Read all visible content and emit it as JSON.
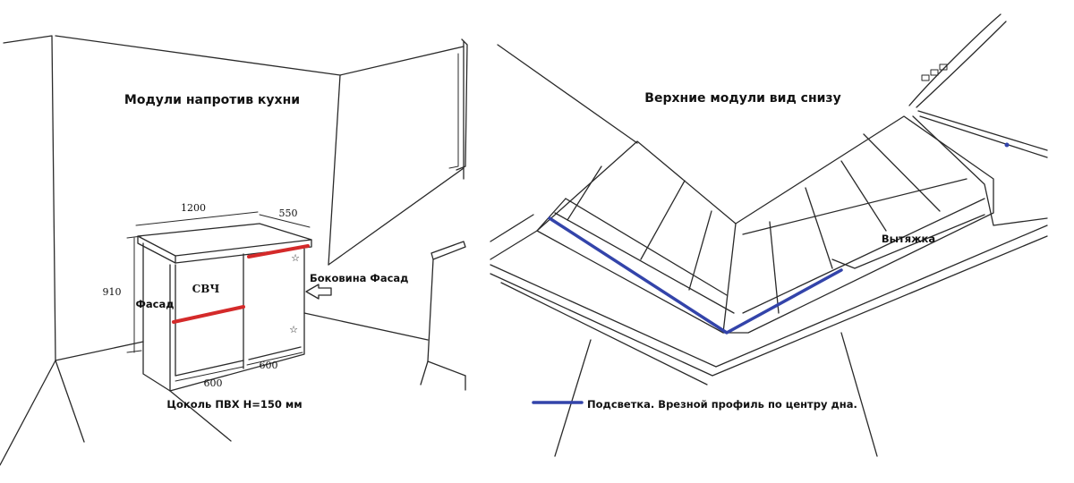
{
  "left_panel": {
    "title": "Модули напротив кухни",
    "dim_width": "1200",
    "dim_depth": "550",
    "dim_height": "910",
    "dim_bottom_front": "600",
    "dim_bottom_right": "600",
    "label_microwave": "СВЧ",
    "label_facade": "Фасад",
    "label_side_facade": "Боковина Фасад",
    "label_plinth": "Цоколь ПВХ H=150 мм",
    "star_symbol": "☆",
    "red_color": "#d42a2a"
  },
  "right_panel": {
    "title": "Верхние модули вид снизу",
    "label_hood": "Вытяжка",
    "legend_text": "Подсветка. Врезной профиль по центру дна.",
    "blue_color": "#3344aa"
  }
}
